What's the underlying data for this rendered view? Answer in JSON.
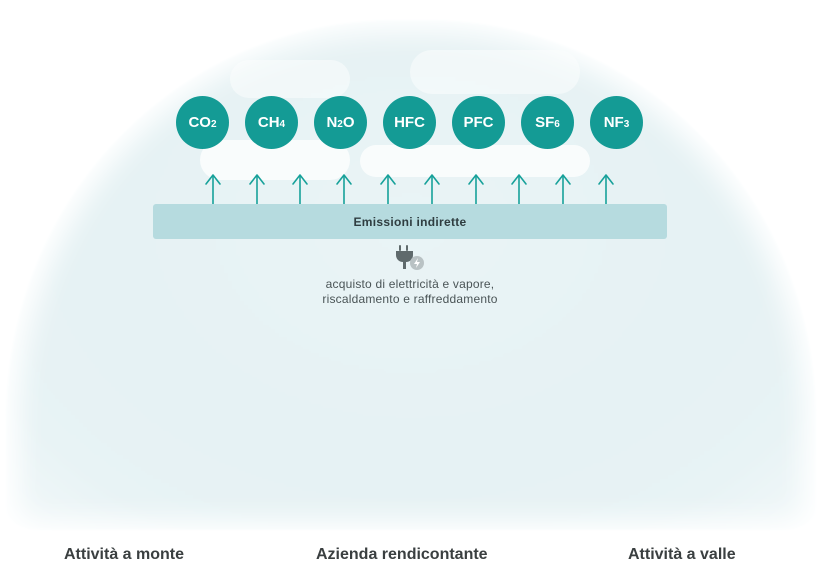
{
  "gases": [
    {
      "base": "CO",
      "sub": "2"
    },
    {
      "base": "CH",
      "sub": "4"
    },
    {
      "base": "N",
      "sub": "2",
      "tail": "O"
    },
    {
      "base": "HFC",
      "sub": ""
    },
    {
      "base": "PFC",
      "sub": ""
    },
    {
      "base": "SF",
      "sub": "6"
    },
    {
      "base": "NF",
      "sub": "3"
    }
  ],
  "band": {
    "label": "Emissioni indirette"
  },
  "icon": {
    "name": "plug-icon",
    "badge": "lightning-icon"
  },
  "description": {
    "line1": "acquisto di elettricità e vapore,",
    "line2": "riscaldamento e raffreddamento"
  },
  "sections": {
    "upstream": "Attività a monte",
    "company": "Azienda rendicontante",
    "downstream": "Attività a valle"
  },
  "colors": {
    "gas_circle": "#149b95",
    "arrow": "#17a19a",
    "band": "#b6dbdf",
    "background": "#e6f2f4"
  }
}
